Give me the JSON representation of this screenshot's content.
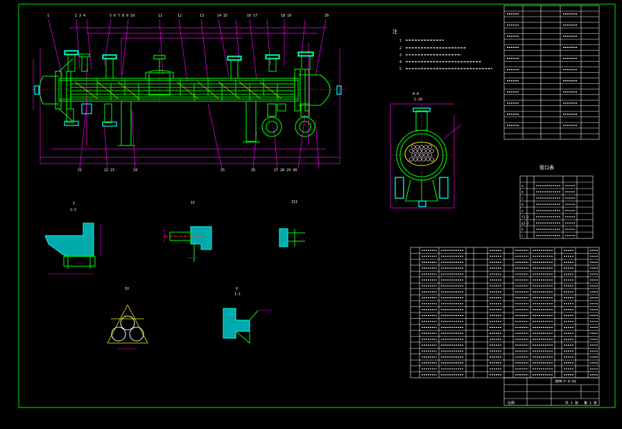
{
  "colors": {
    "background": "#000000",
    "frame": "#00c800",
    "table_lines": "#ffffff",
    "dims": "#ff00ff",
    "equipment": "#00ff00",
    "hatch": "#00ffff",
    "centerline": "#ff3030",
    "text": "#ffffff",
    "annot_yellow": "#ffff00",
    "flange": "#00ffff"
  },
  "notes": {
    "heading": "注",
    "items": [
      "1",
      "2",
      "3",
      "4",
      "5"
    ]
  },
  "views": {
    "section_aa": "A-A",
    "section_aa_sub": "1:10",
    "detail_1": "I",
    "detail_1_scale": "1:2",
    "detail_2": "II",
    "detail_3": "III",
    "detail_4": "IV",
    "detail_5": "V",
    "detail_5_scale": "1:1"
  },
  "nozzle_table": {
    "title": "管口表",
    "rows": [
      "a",
      "b",
      "c",
      "d",
      "e",
      "f1-2",
      "g1-2",
      "h",
      "i"
    ]
  },
  "title_block": {
    "drawing_no": "BEM-F-0-01",
    "scale_label": "比例",
    "sheet_info": "共 1 张",
    "sheet_no": "第 1 张"
  },
  "parts_list": {
    "row_count": 22
  }
}
